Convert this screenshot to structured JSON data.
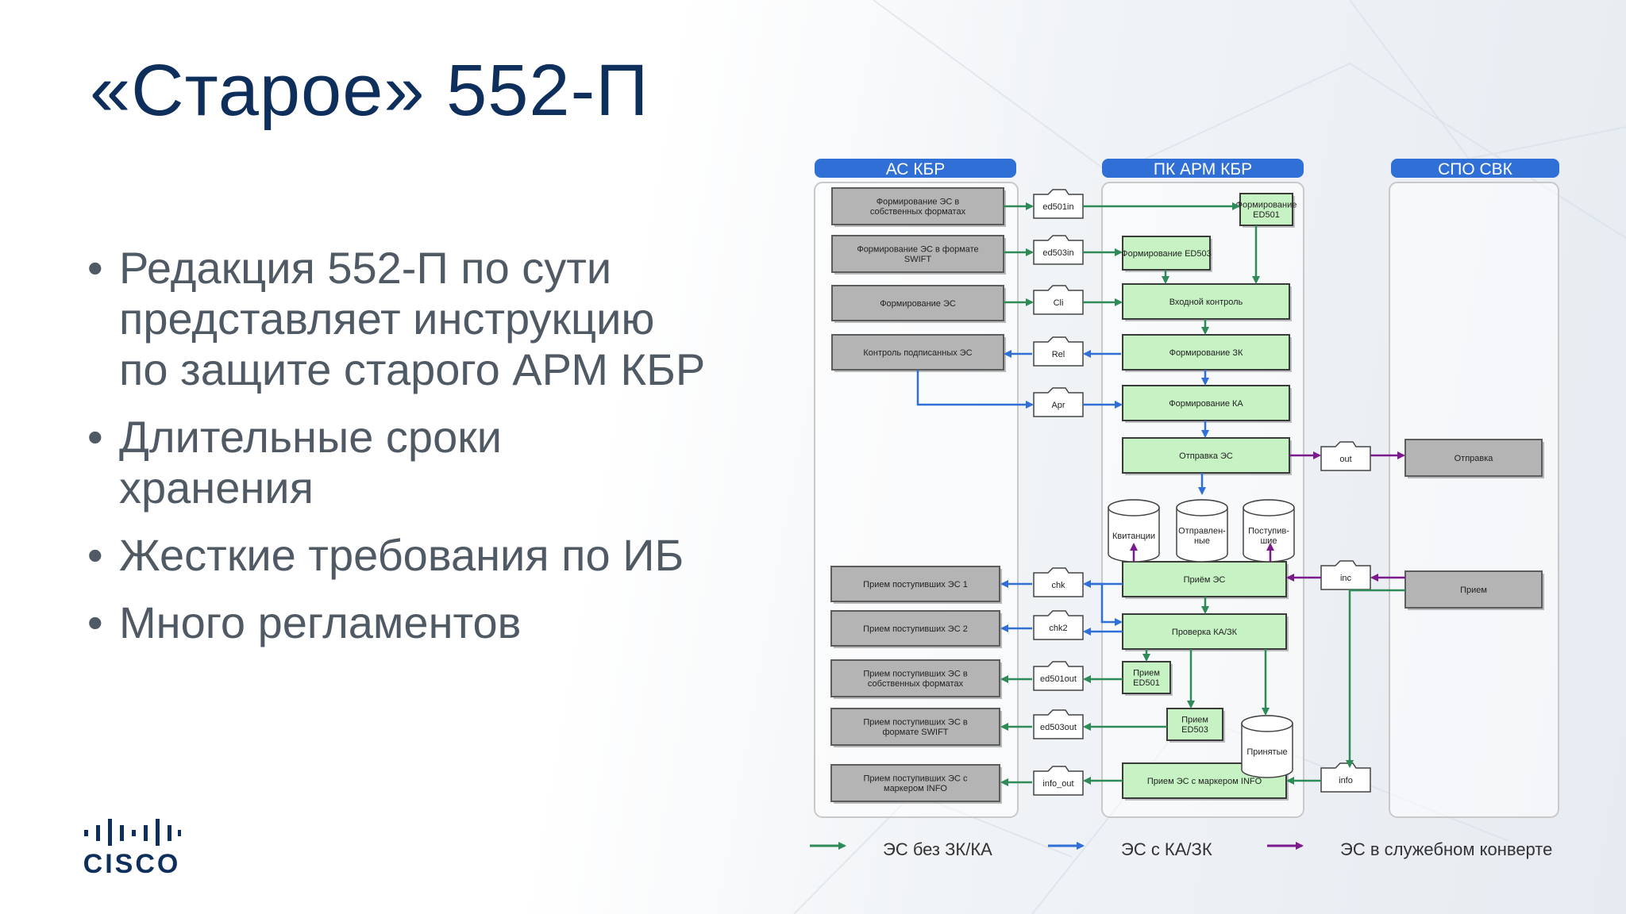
{
  "slide": {
    "title": "«Старое» 552-П",
    "bullets": [
      "Редакция 552-П по сути представляет инструкцию по защите старого АРМ КБР",
      "Длительные сроки хранения",
      "Жесткие требования по ИБ",
      "Много регламентов"
    ],
    "logo_text": "CISCO"
  },
  "diagram": {
    "columns": [
      {
        "key": "as",
        "title": "АС КБР"
      },
      {
        "key": "pk",
        "title": "ПК АРМ КБР"
      },
      {
        "key": "spo",
        "title": "СПО СВК"
      }
    ],
    "gray_blocks": [
      {
        "key": "g1",
        "text": "Формирование ЭС в собственных форматах"
      },
      {
        "key": "g2",
        "text": "Формирование ЭС в формате SWIFT"
      },
      {
        "key": "g3",
        "text": "Формирование ЭС"
      },
      {
        "key": "g4",
        "text": "Контроль подписанных ЭС"
      },
      {
        "key": "g5",
        "text": "Прием поступивших ЭС 1"
      },
      {
        "key": "g6",
        "text": "Прием поступивших ЭС 2"
      },
      {
        "key": "g7",
        "text": "Прием поступивших ЭС в собственных форматах"
      },
      {
        "key": "g8",
        "text": "Прием поступивших ЭС в формате SWIFT"
      },
      {
        "key": "g9",
        "text": "Прием поступивших ЭС с маркером INFO"
      },
      {
        "key": "g10",
        "text": "Отправка"
      },
      {
        "key": "g11",
        "text": "Прием"
      }
    ],
    "green_blocks": [
      {
        "key": "n1",
        "text": "Формирование ED501"
      },
      {
        "key": "n2",
        "text": "Формирование ED503"
      },
      {
        "key": "n3",
        "text": "Входной контроль"
      },
      {
        "key": "n4",
        "text": "Формирование ЗК"
      },
      {
        "key": "n5",
        "text": "Формирование КА"
      },
      {
        "key": "n6",
        "text": "Отправка ЭС"
      },
      {
        "key": "n7",
        "text": "Приём ЭС"
      },
      {
        "key": "n8",
        "text": "Проверка КА/ЗК"
      },
      {
        "key": "n9",
        "text": "Прием ED501"
      },
      {
        "key": "n10",
        "text": "Прием ED503"
      },
      {
        "key": "n11",
        "text": "Прием ЭС с маркером INFO"
      }
    ],
    "folders": [
      {
        "key": "f1",
        "text": "ed501in"
      },
      {
        "key": "f2",
        "text": "ed503in"
      },
      {
        "key": "f3",
        "text": "Cli"
      },
      {
        "key": "f4",
        "text": "Rel"
      },
      {
        "key": "f5",
        "text": "Apr"
      },
      {
        "key": "f6",
        "text": "out"
      },
      {
        "key": "f7",
        "text": "inc"
      },
      {
        "key": "f8",
        "text": "chk"
      },
      {
        "key": "f9",
        "text": "chk2"
      },
      {
        "key": "f10",
        "text": "ed501out"
      },
      {
        "key": "f11",
        "text": "ed503out"
      },
      {
        "key": "f12",
        "text": "info_out"
      },
      {
        "key": "f13",
        "text": "info"
      }
    ],
    "storages": [
      {
        "key": "s1",
        "text": "Квитанции"
      },
      {
        "key": "s2",
        "text": "Отправлен-ные"
      },
      {
        "key": "s3",
        "text": "Поступив-шие"
      },
      {
        "key": "s4",
        "text": "Принятые"
      }
    ],
    "legend": [
      {
        "text": "ЭС без ЗК/КА",
        "color": "#2e8b57"
      },
      {
        "text": "ЭС с КА/ЗК",
        "color": "#2f6fd6"
      },
      {
        "text": "ЭС в служебном конверте",
        "color": "#7a1a8c"
      }
    ],
    "colors": {
      "header": "#2f6fd6",
      "gray_block": "#b4b4b4",
      "green_block": "#c6f2c4",
      "green_arrow": "#2e8b57",
      "blue_arrow": "#2f6fd6",
      "purple_arrow": "#7a1a8c"
    }
  }
}
